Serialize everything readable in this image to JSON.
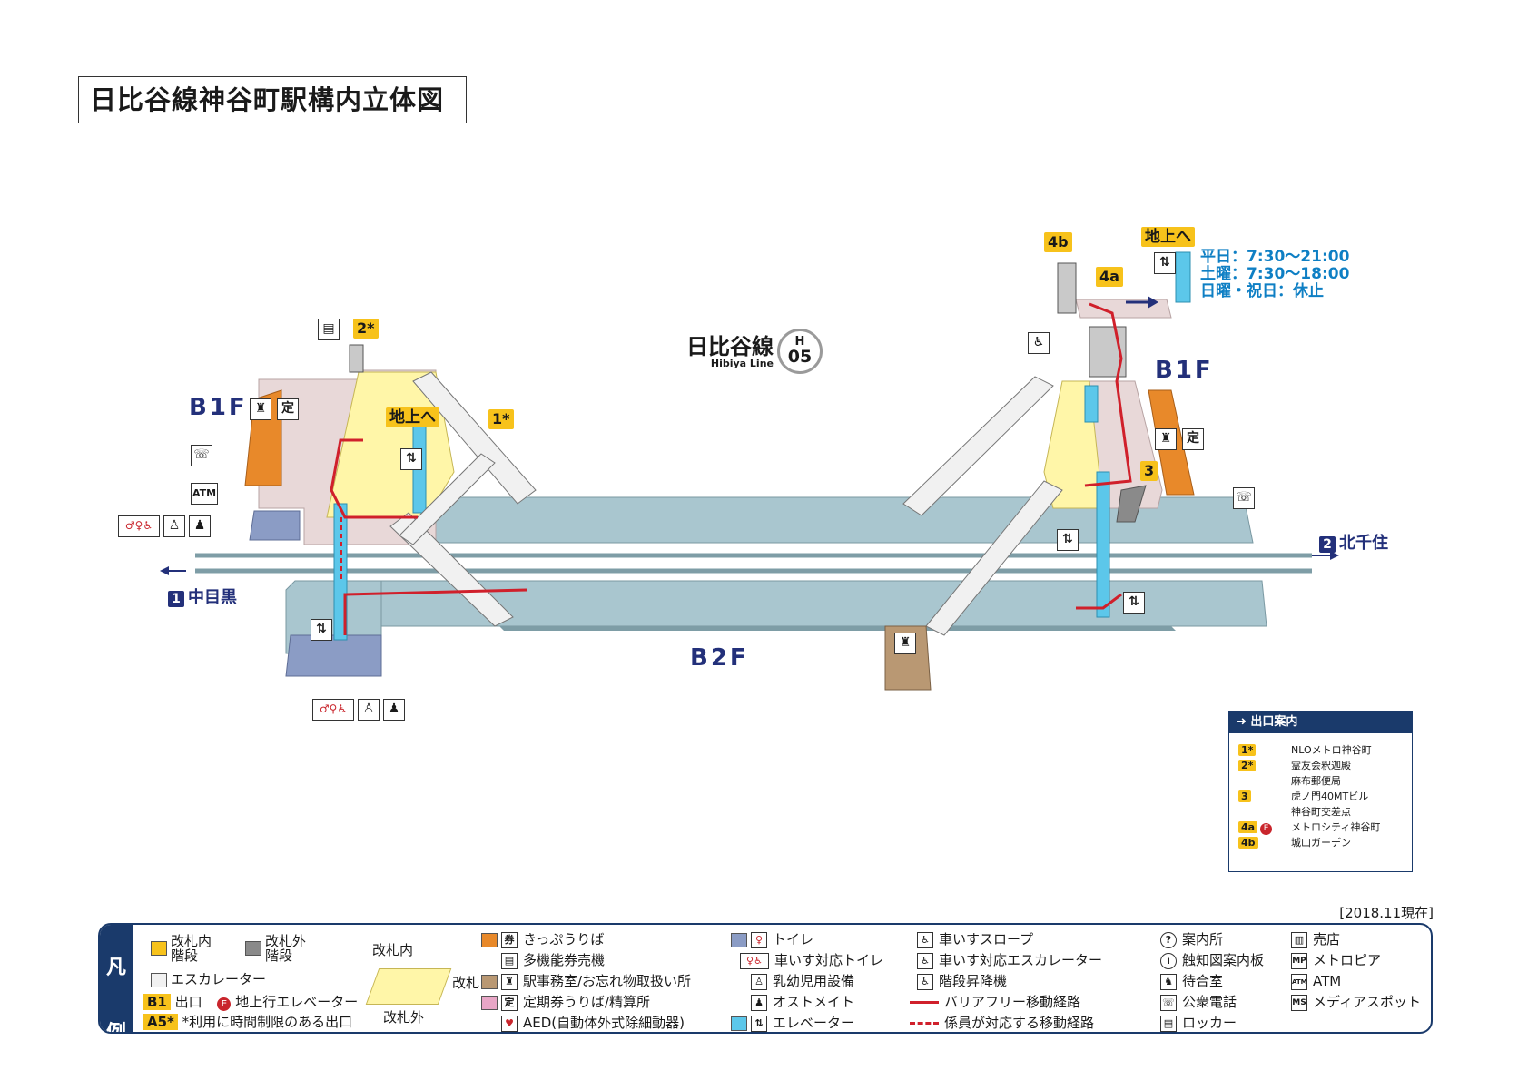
{
  "title": "日比谷線神谷町駅構内立体図",
  "line_badge": {
    "name_ja": "日比谷線",
    "name_en": "Hibiya Line",
    "letter": "H",
    "number": "05"
  },
  "floors": {
    "b1f_left": "B1F",
    "b1f_right": "B1F",
    "b2f": "B2F"
  },
  "directions": {
    "left": {
      "num": "1",
      "label": "中目黒"
    },
    "right": {
      "num": "2",
      "label": "北千住"
    }
  },
  "exits": {
    "e1": "1*",
    "e2": "2*",
    "e3": "3",
    "e4a": "4a",
    "e4b": "4b"
  },
  "to_ground": {
    "left": "地上へ",
    "right": "地上へ"
  },
  "elevator_hours": [
    "平日：7:30～21:00",
    "土曜：7:30～18:00",
    "日曜・祝日：休止"
  ],
  "map_icons": {
    "atm": "ATM",
    "pass": "定",
    "phone": "☏"
  },
  "exit_guide": {
    "title": "出口案内",
    "rows": [
      {
        "badge": "1*",
        "text": "NLOメトロ神谷町"
      },
      {
        "badge": "2*",
        "text": "霊友会釈迦殿"
      },
      {
        "badge": "",
        "text": "麻布郵便局"
      },
      {
        "badge": "3",
        "text": "虎ノ門40MTビル"
      },
      {
        "badge": "",
        "text": "神谷町交差点"
      },
      {
        "badge": "4a",
        "e": "E",
        "text": "メトロシティ神谷町"
      },
      {
        "badge": "4b",
        "text": "城山ガーデン"
      }
    ]
  },
  "updated": "[2018.11現在]",
  "legend": {
    "side": [
      "凡",
      "例"
    ],
    "stairs_in": "改札内\n階段",
    "stairs_out": "改札外\n階段",
    "escalator": "エスカレーター",
    "exit_badge": "B1",
    "exit_label": "出口",
    "e_badge": "E",
    "elev_up": "地上行エレベーター",
    "limited_badge": "A5*",
    "limited": "*利用に時間制限のある出口",
    "gate_in": "改札内",
    "gate": "改札",
    "gate_out": "改札外",
    "col3": [
      "きっぷうりば",
      "多機能券売機",
      "駅事務室/お忘れ物取扱い所",
      "定期券うりば/精算所",
      "AED(自動体外式除細動器)"
    ],
    "col4": [
      "トイレ",
      "車いす対応トイレ",
      "乳幼児用設備",
      "オストメイト",
      "エレベーター"
    ],
    "col5": [
      "車いすスロープ",
      "車いす対応エスカレーター",
      "階段昇降機",
      "バリアフリー移動経路",
      "係員が対応する移動経路"
    ],
    "col6": [
      "案内所",
      "触知図案内板",
      "待合室",
      "公衆電話",
      "ロッカー"
    ],
    "col7": [
      "売店",
      "メトロピア",
      "ATM",
      "メディアスポット"
    ],
    "col7_icons": [
      "",
      "MP",
      "ATM",
      "MS"
    ]
  },
  "colors": {
    "navy": "#23307a",
    "yellow": "#f7c21b",
    "orange": "#e8892a",
    "platform": "#a9c6cf",
    "route": "#d0202b",
    "elevator": "#5cc7ea"
  }
}
